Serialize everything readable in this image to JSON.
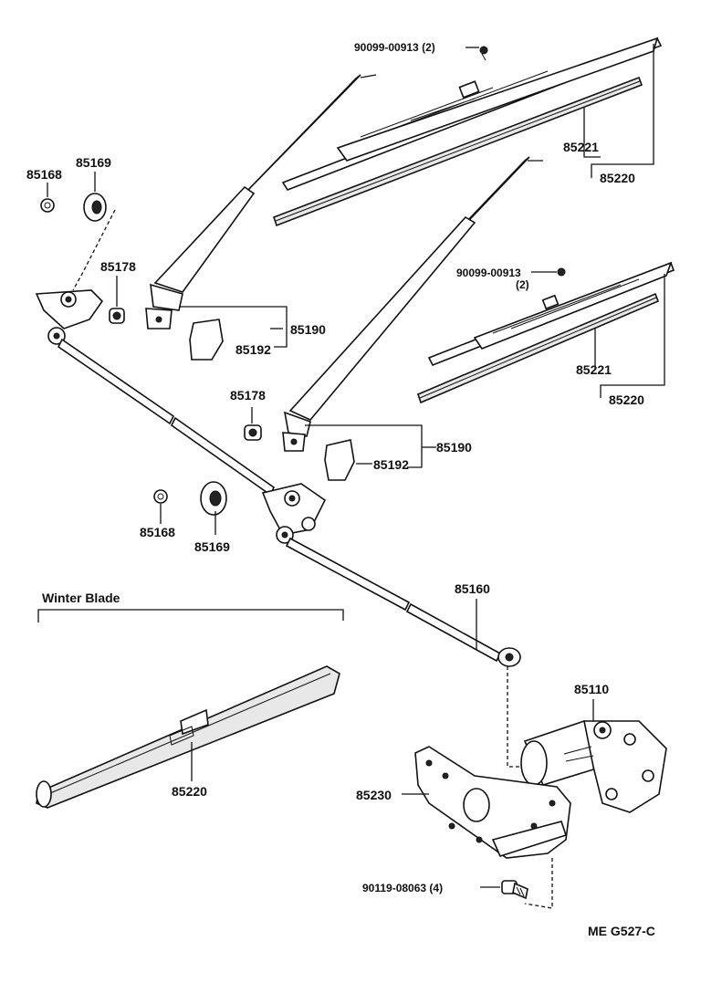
{
  "labels": {
    "screw_top": "90099-00913 (2)",
    "refill_top": "85221",
    "blade_top": "85220",
    "nut_top_left": "85168",
    "cushion_top_left": "85169",
    "pivot_cap_top": "85178",
    "arm_left": "85190",
    "cover_left": "85192",
    "screw_mid": "90099-00913",
    "screw_mid_qty": "(2)",
    "refill_mid": "85221",
    "blade_mid": "85220",
    "pivot_cap_mid": "85178",
    "arm_right": "85190",
    "cover_right": "85192",
    "nut_mid": "85168",
    "cushion_mid": "85169",
    "link_rod": "85160",
    "motor": "85110",
    "bracket": "85230",
    "bolt": "90119-08063 (4)",
    "winter_blade_title": "Winter Blade",
    "winter_blade": "85220",
    "drawing_code": "ME G527-C"
  }
}
